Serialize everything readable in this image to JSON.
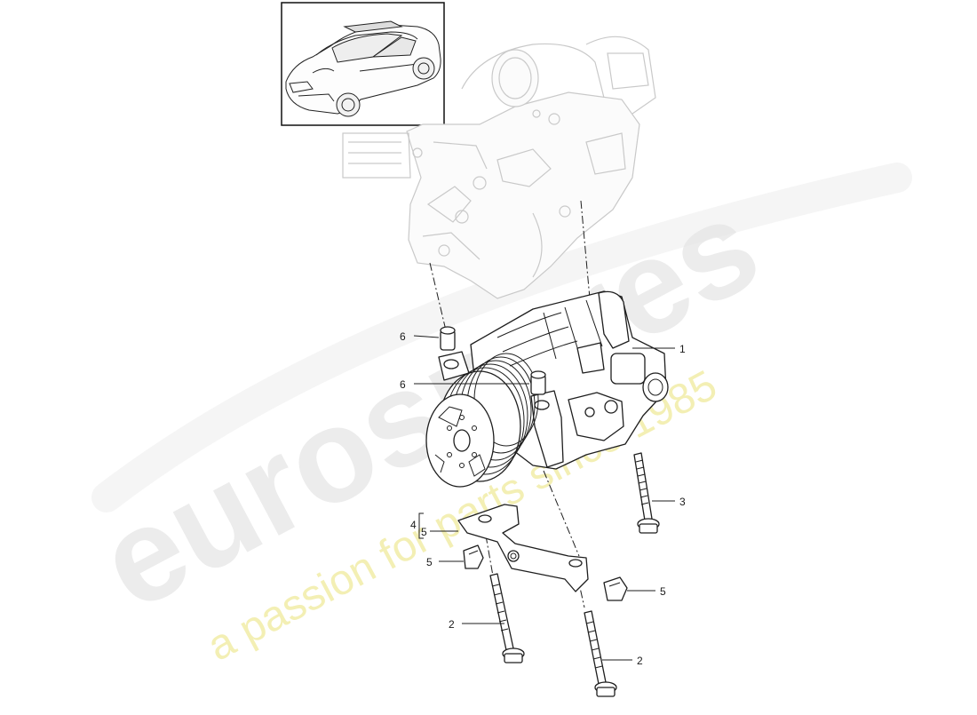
{
  "watermark": {
    "brand": "eurospares",
    "slogan": "a passion for parts since 1985"
  },
  "callouts": {
    "c1": "1",
    "c2a": "2",
    "c2b": "2",
    "c3": "3",
    "c4": "4",
    "c5_bracket": "5",
    "c5_left": "5",
    "c5_right": "5",
    "c6_top": "6",
    "c6_mid": "6"
  }
}
